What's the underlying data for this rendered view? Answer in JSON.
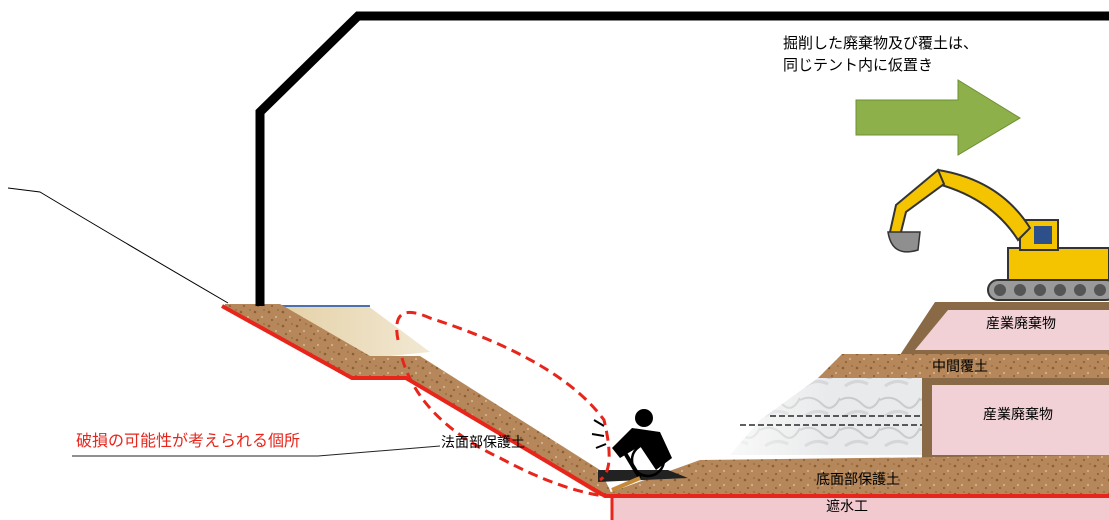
{
  "caption": {
    "line1": "掘削した廃棄物及び覆土は、",
    "line2": "同じテント内に仮置き"
  },
  "labels": {
    "damage_point": "破損の可能性が考えられる個所",
    "slope_protection_soil": "法面部保護土",
    "industrial_waste_upper": "産業廃棄物",
    "intermediate_cover_soil": "中間覆土",
    "industrial_waste_lower": "産業廃棄物",
    "bottom_protection_soil": "底面部保護土",
    "water_shielding": "遮水工"
  },
  "colors": {
    "soil": "#b5875a",
    "waste": "#f2d1d6",
    "liner": "#e8251b",
    "arrow": "#8db04a",
    "excavator": "#f5c400",
    "tent": "#000000",
    "water_band": "#4a72b0"
  },
  "icons": [
    "tent-frame",
    "excavator-icon",
    "worker-icon",
    "direction-arrow-icon",
    "damage-ellipse"
  ]
}
